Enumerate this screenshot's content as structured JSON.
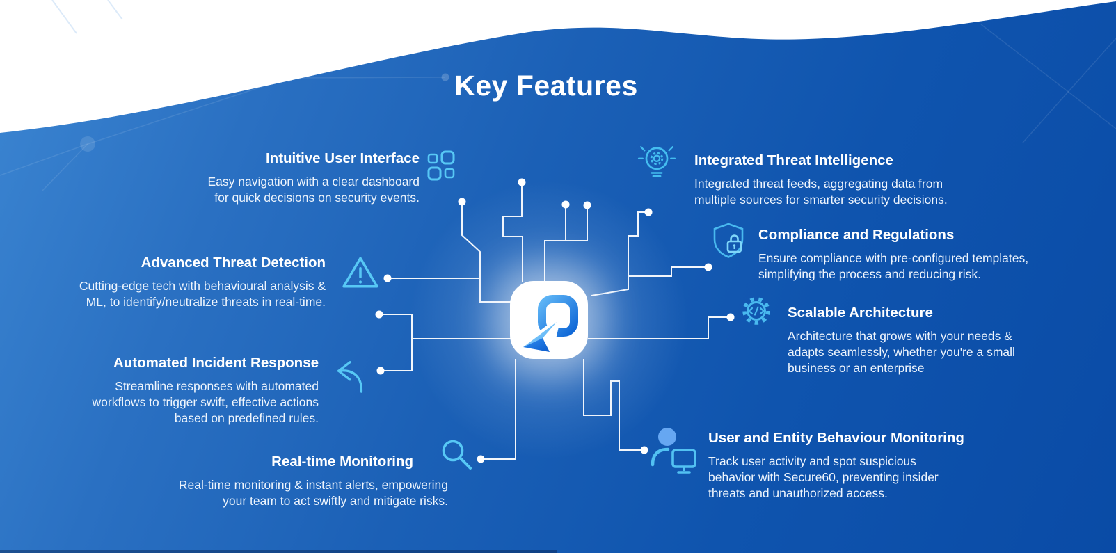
{
  "header": {
    "title": "Key Features"
  },
  "brand": {
    "logo": "secure60-app-logo"
  },
  "colors": {
    "accent_icon": "#54c3f3",
    "background_start": "#3c86d2",
    "background_end": "#0a4ba6",
    "text": "#ffffff"
  },
  "features": [
    {
      "title": "Intuitive User Interface",
      "description": "Easy navigation with a clear dashboard\nfor quick decisions on security events.",
      "icon": "grid-icon",
      "side": "left"
    },
    {
      "title": "Advanced Threat Detection",
      "description": "Cutting-edge tech with behavioural analysis &\nML, to identify/neutralize threats in real-time.",
      "icon": "warning-triangle-icon",
      "side": "left"
    },
    {
      "title": "Automated Incident Response",
      "description": "Streamline responses with automated\nworkflows to trigger swift, effective actions\nbased on predefined rules.",
      "icon": "reply-arrow-icon",
      "side": "left"
    },
    {
      "title": "Real-time Monitoring",
      "description": "Real-time monitoring & instant alerts, empowering\nyour team to act swiftly and mitigate risks.",
      "icon": "magnifier-icon",
      "side": "left"
    },
    {
      "title": "Integrated Threat Intelligence",
      "description": "Integrated threat feeds, aggregating data from\nmultiple sources for smarter security decisions.",
      "icon": "bulb-gear-icon",
      "side": "right"
    },
    {
      "title": "Compliance and Regulations",
      "description": "Ensure compliance with pre-configured templates,\nsimplifying the process and reducing risk.",
      "icon": "shield-lock-icon",
      "side": "right"
    },
    {
      "title": "Scalable Architecture",
      "description": "Architecture that grows with your needs &\nadapts seamlessly, whether you're a small\nbusiness or an enterprise",
      "icon": "gear-code-icon",
      "side": "right"
    },
    {
      "title": "User and Entity Behaviour Monitoring",
      "description": "Track user activity and spot suspicious\nbehavior with Secure60, preventing insider\nthreats and unauthorized access.",
      "icon": "person-monitor-icon",
      "side": "right"
    }
  ]
}
